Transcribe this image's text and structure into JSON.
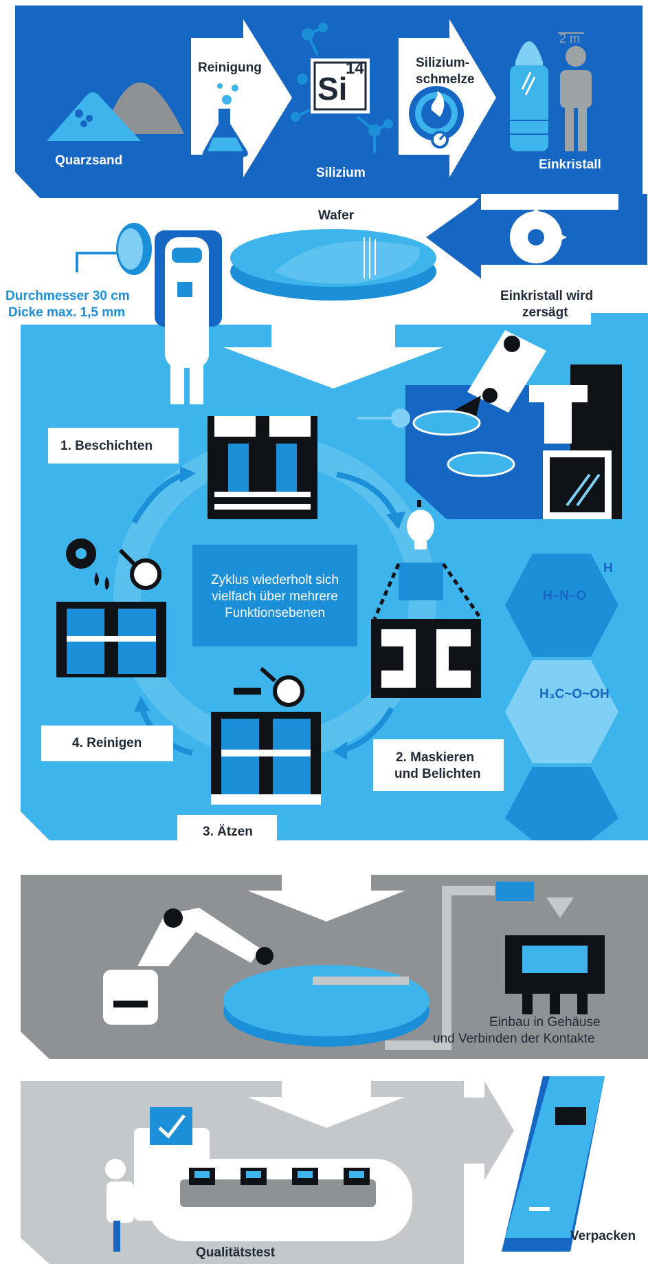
{
  "colors": {
    "dark_blue": "#1667c4",
    "mid_blue": "#1b8fd8",
    "light_blue": "#3db4ec",
    "pale_blue": "#7fd0f4",
    "gray": "#8f9294",
    "light_gray": "#c5c8ca",
    "black": "#0f1216",
    "white": "#ffffff"
  },
  "labels": {
    "quarzsand": "Quarzsand",
    "reinigung": "Reinigung",
    "si_number": "14",
    "si_symbol": "Si",
    "silizium": "Silizium",
    "schmelze_1": "Silizium-",
    "schmelze_2": "schmelze",
    "height": "2 m",
    "einkristall": "Einkristall",
    "wafer": "Wafer",
    "zersaegt_1": "Einkristall wird",
    "zersaegt_2": "zersägt",
    "durchmesser": "Durchmesser 30 cm",
    "dicke": "Dicke max. 1,5 mm",
    "step1": "1. Beschichten",
    "step2_1": "2. Maskieren",
    "step2_2": "und Belichten",
    "step3": "3. Ätzen",
    "step4": "4. Reinigen",
    "cycle_1": "Zyklus wiederholt sich",
    "cycle_2": "vielfach über mehrere",
    "cycle_3": "Funktionsebenen",
    "chem_h": "H",
    "chem_h_n_o": "H–N–O",
    "chem_ethanol": "H₃C~O~OH",
    "einbau_1": "Einbau in Gehäuse",
    "einbau_2": "und Verbinden der Kontakte",
    "qualitaetstest": "Qualitätstest",
    "verpacken": "Verpacken"
  },
  "icons": [
    "sand-pile-icon",
    "flask-icon",
    "molecule-icon",
    "furnace-icon",
    "crystal-icon",
    "person-icon",
    "saw-blade-icon",
    "wafer-disc-icon",
    "cleanroom-worker-icon",
    "robot-arm-icon",
    "lamp-icon",
    "gear-icon",
    "chip-icon",
    "package-icon"
  ]
}
